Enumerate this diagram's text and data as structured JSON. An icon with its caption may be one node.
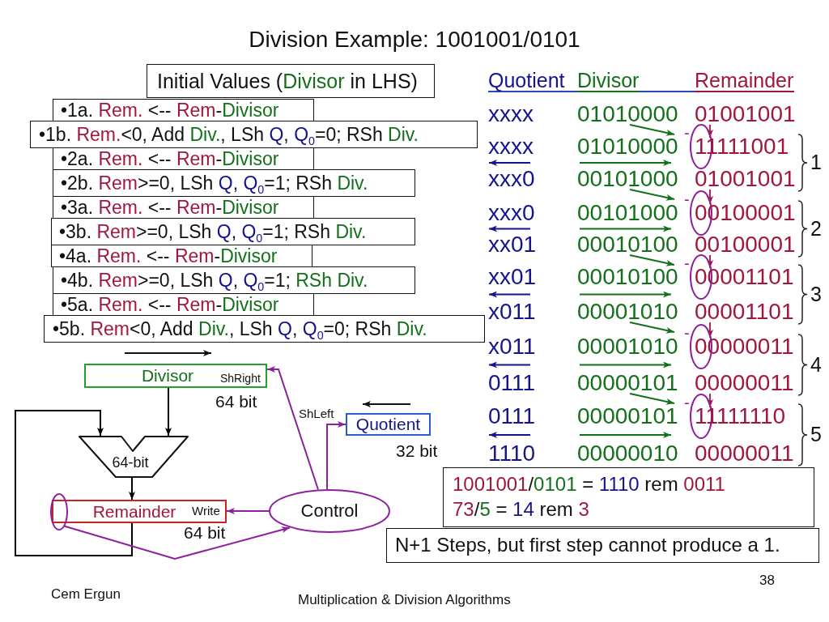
{
  "diagram": {
    "title": "Division Example: 1001001/0101",
    "nodes": [
      {
        "text": [
          "Initial Values (Divisor in LHS)"
        ]
      },
      {
        "text": [
          "•1a. Rem. <-- Rem-Divisor"
        ]
      },
      {
        "text": [
          "•1b. Rem.<0, Add Div., LSh Q, Q$_{0}$=0; RSh Div."
        ]
      },
      {
        "text": [
          "•2a. Rem. <-- Rem-Divisor"
        ]
      },
      {
        "text": [
          "•2b. Rem>=0, LSh Q, Q$_{0}$=1; RSh Div."
        ]
      },
      {
        "text": [
          "•3a. Rem. <-- Rem-Divisor"
        ]
      },
      {
        "text": [
          "•3b. Rem>=0, LSh Q, Q$_{0}$=1; RSh Div."
        ]
      },
      {
        "text": [
          "•4a. Rem. <-- Rem-Divisor"
        ]
      },
      {
        "text": [
          "•4b. Rem>=0, LSh Q, Q$_{0}$=1; RSh Div."
        ]
      },
      {
        "text": [
          "•5a. Rem. <-- Rem-Divisor"
        ]
      },
      {
        "text": [
          "•5b. Rem<0, Add Div., LSh Q, Q$_{0}$=0; RSh Div."
        ]
      },
      {
        "text": [
          "Divisor"
        ],
        "beside": [
          "64 bit"
        ]
      },
      {
        "text": [
          "Quotient"
        ],
        "beside": [
          "32 bit"
        ]
      },
      {
        "text": [
          "64-bit"
        ]
      },
      {
        "text": [
          "Remainder"
        ],
        "beside": [
          "64 bit"
        ]
      },
      {
        "text": [],
        "shape": "ellipse"
      },
      {
        "text": [
          "Control"
        ]
      },
      {
        "text": [
          "1001001/0101 = 1110 rem 0011",
          "73/5 = 14 rem 3"
        ]
      },
      {
        "text": [
          "N+1 Steps, but first step cannot produce a 1."
        ]
      }
    ],
    "edges": [
      {
        "from": 11,
        "to": 13,
        "arrow": "to",
        "color": "#000000"
      },
      {
        "from": 14,
        "to": 13,
        "arrow": "to",
        "color": "#000000"
      },
      {
        "from": 13,
        "to": 14,
        "arrow": "to",
        "color": "#000000"
      },
      {
        "from": 16,
        "to": 11,
        "arrow": "to",
        "label": "ShRight"
      },
      {
        "from": 16,
        "to": 12,
        "arrow": "to",
        "label": "ShLeft"
      },
      {
        "from": 16,
        "to": 14,
        "arrow": "to",
        "label": "Write"
      },
      {
        "from": 15,
        "to": 16,
        "arrow": "to"
      }
    ],
    "labels": [
      "Quotient",
      "Divisor",
      "Remainder",
      "xxxx",
      "01010000",
      "01001001",
      "-",
      "xxxx",
      "01010000",
      "11111001",
      "1",
      "xxx0",
      "00101000",
      "01001001",
      "-",
      "xxx0",
      "00101000",
      "00100001",
      "2",
      "xx01",
      "00010100",
      "00100001",
      "-",
      "xx01",
      "00010100",
      "00001101",
      "3",
      "x011",
      "00001010",
      "00001101",
      "-",
      "x011",
      "00001010",
      "00000011",
      "4",
      "0111",
      "00000101",
      "00000011",
      "-",
      "0111",
      "00000101",
      "11111110",
      "5",
      "1110",
      "00000010",
      "00000011",
      "38",
      "Cem Ergun",
      "Multiplication & Division Algorithms"
    ]
  }
}
